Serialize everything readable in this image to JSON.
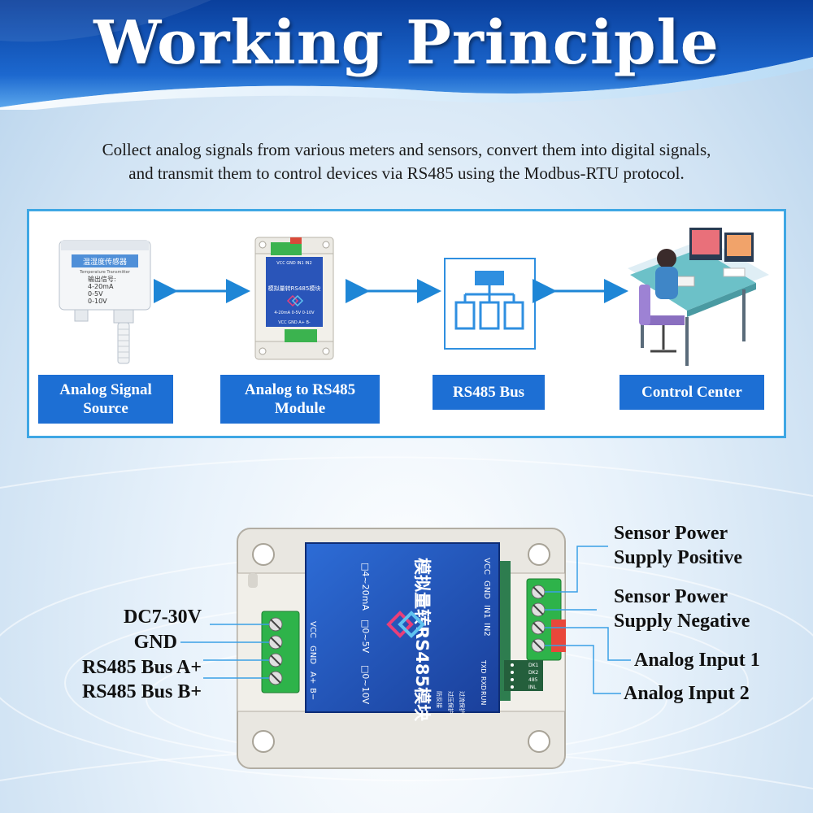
{
  "header": {
    "title": "Working Principle"
  },
  "description": {
    "line1": "Collect analog signals from various meters and sensors, convert them into digital signals,",
    "line2": "and transmit them to control devices via RS485 using the Modbus-RTU protocol."
  },
  "flow": {
    "stages": [
      {
        "label_line1": "Analog Signal",
        "label_line2": "Source"
      },
      {
        "label_line1": "Analog to RS485",
        "label_line2": "Module"
      },
      {
        "label_line1": "RS485 Bus",
        "label_line2": ""
      },
      {
        "label_line1": "Control Center",
        "label_line2": ""
      }
    ],
    "sensor_text": {
      "head": "温湿度传感器",
      "sub": "Temperature Transmitter",
      "sig": "输出信号:",
      "r1": "4-20mA",
      "r2": "0-5V",
      "r3": "0-10V"
    },
    "small_module_text": {
      "title": "模拟量转RS485模块",
      "top_pins": "VCC GND IN1 IN2",
      "bottom_pins": "VCC GND A+ B-",
      "ranges": "4-20mA 0-5V 0-10V"
    }
  },
  "device": {
    "title": "模拟量转RS485模块",
    "ranges": [
      "□4~20mA",
      "□0~5V",
      "□0~10V"
    ],
    "left_pins": [
      "VCC",
      "GND",
      "A+",
      "B−"
    ],
    "right_pins": [
      "VCC",
      "GND",
      "IN1",
      "IN2"
    ],
    "status_labels": [
      "TXD",
      "RXD",
      "RUN"
    ],
    "bottom_labels": [
      "过流保护",
      "过压保护",
      "防反接"
    ],
    "led_labels": [
      "DK1",
      "DK2",
      "485",
      "INL"
    ]
  },
  "callouts": {
    "left": [
      "DC7-30V",
      "GND",
      "RS485 Bus A+",
      "RS485 Bus B+"
    ],
    "right": [
      {
        "line1": "Sensor Power",
        "line2": "Supply Positive"
      },
      {
        "line1": "Sensor Power",
        "line2": "Supply Negative"
      },
      {
        "line1": "Analog Input 1",
        "line2": ""
      },
      {
        "line1": "Analog Input 2",
        "line2": ""
      }
    ]
  },
  "colors": {
    "header_blue": "#0b47a8",
    "label_blue": "#1d6fd4",
    "border_blue": "#3fa7e4",
    "arrow_blue": "#1e86d6",
    "terminal_green": "#2eb34a"
  }
}
